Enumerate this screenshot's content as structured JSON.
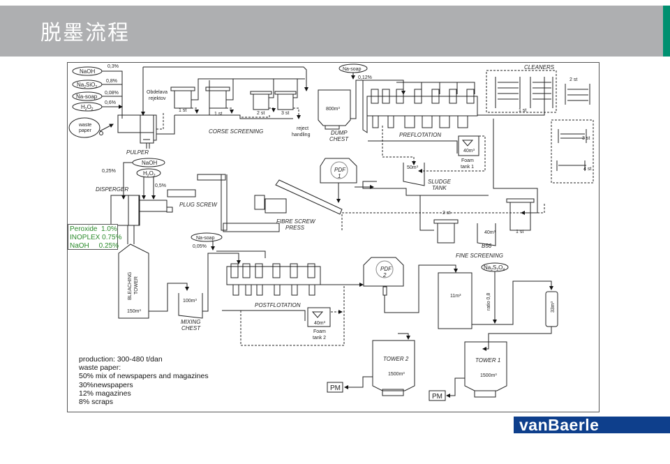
{
  "header": {
    "title": "脱墨流程",
    "accent_color": "#009070",
    "background_color": "#aeafb1"
  },
  "chemicals_pulper": [
    {
      "name": "NaOH",
      "dose": "0,3%"
    },
    {
      "name": "Na2SiO3",
      "dose": "0,8%"
    },
    {
      "name": "Na-soap",
      "dose": "0,08%"
    },
    {
      "name": "H2O2",
      "dose": "0,6%"
    }
  ],
  "feed": {
    "waste_paper": "waste paper"
  },
  "sections": {
    "pulper": "PULPER",
    "coarse_screening": "CORSE SCREENING",
    "reject_handling": "reject handling",
    "obdelava": "Obdelava rejektov",
    "dump_chest": "DUMP CHEST",
    "dump_chest_volume": "800m³",
    "preflotation": "PREFLOTATION",
    "cleaners": "CLEANERS",
    "sludge_tank": "SLUDGE TANK",
    "sludge_volume": "50m³",
    "foam_tank_1": "Foam tank 1",
    "foam_tank_1_volume": "40m³",
    "pdf1": "PDF 1",
    "fibre_screw_press": "FIBRE SCREW PRESS",
    "plug_screw": "PLUG SCREW",
    "disperger": "DISPERGER",
    "fine_screening": "FINE SCREENING",
    "b56": "B56",
    "b56_volume": "40m³",
    "bleaching_tower": "BLEACHING TOWER",
    "bleaching_volume": "150m³",
    "mixing_chest": "MIXING CHEST",
    "mixing_volume": "100m³",
    "postflotation": "POSTFLOTATION",
    "foam_tank_2": "Foam tank 2",
    "foam_tank_2_volume": "40m³",
    "pdf2": "PDF 2",
    "tank_11": "11m³",
    "tank_33": "33m³",
    "ratio": "ratio 0,8",
    "tower_1": "TOWER 1",
    "tower_2": "TOWER 2",
    "tower_volume": "1500m³",
    "pm": "PM"
  },
  "stages": {
    "coarse": [
      "1 st",
      "1 st",
      "2 st",
      "3 st"
    ],
    "cleaners": [
      "1 st",
      "2 st",
      "3 st",
      "4 st"
    ],
    "fine": [
      "2 st",
      "1 st"
    ]
  },
  "chemicals_disperger": [
    {
      "name": "NaOH",
      "dose": "0,25%"
    },
    {
      "name": "H2O2",
      "dose": "0,5%"
    }
  ],
  "na_soap_preflot": {
    "name": "Na-soap",
    "dose": "0,12%"
  },
  "na_soap_postflot": {
    "name": "Na-soap",
    "dose": "0,05%"
  },
  "bleach_chem": "Na2S2O4",
  "bleach_recipe": [
    "Peroxide  1.0%",
    "INOPLEX 0.75%",
    "NaOH     0.25%"
  ],
  "notes": [
    "production: 300-480 t/dan",
    "waste paper:",
    "50% mix of newspapers and magazines",
    "30%newspapers",
    "12% magazines",
    "8% scraps"
  ],
  "logo": "vanBaerle",
  "logo_color": "#0e3f8c"
}
